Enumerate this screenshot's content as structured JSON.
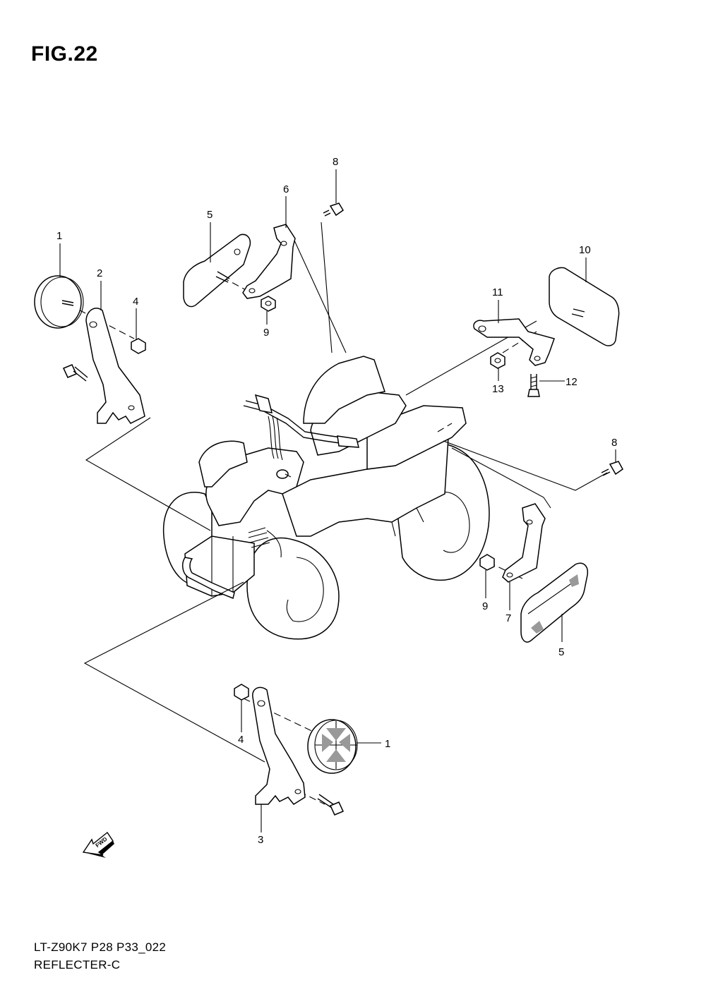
{
  "figure_title": "FIG.22",
  "footer": {
    "model_code": "LT-Z90K7  P28  P33_022",
    "section_name": "REFLECTER-C"
  },
  "callouts": [
    "1",
    "2",
    "3",
    "4",
    "5",
    "6",
    "7",
    "8",
    "9",
    "10",
    "11",
    "12",
    "13"
  ],
  "direction_icon": {
    "label": "FWD",
    "icon": "forward-arrow-icon"
  }
}
